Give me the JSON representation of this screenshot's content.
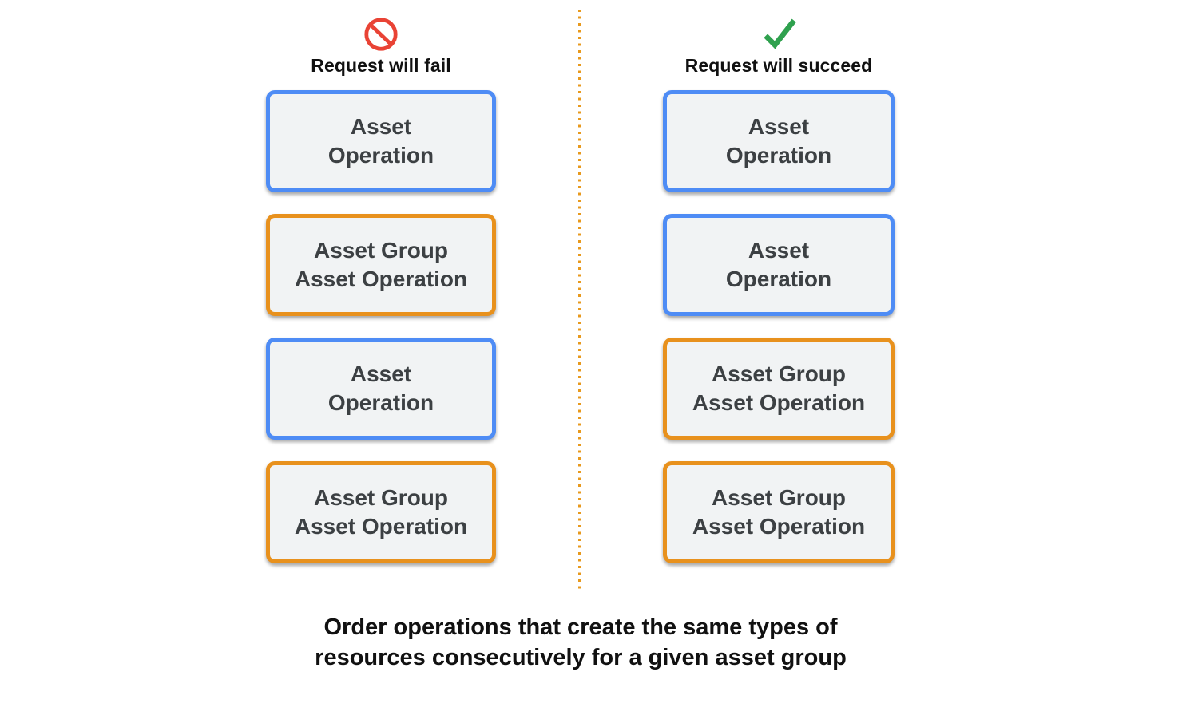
{
  "caption": "Order operations that create the same types of\nresources consecutively for a given asset group",
  "colors": {
    "blue_border": "#4e8cf5",
    "orange_border": "#e8911d",
    "box_fill": "#f1f3f4",
    "box_text": "#3c4043",
    "fail_icon_red": "#e94335",
    "succeed_icon_green": "#2fa14e",
    "divider_orange": "#e8991c"
  },
  "columns": {
    "fail": {
      "title": "Request will fail",
      "icon": "no-entry-icon",
      "boxes": [
        {
          "label": "Asset\nOperation",
          "color": "blue"
        },
        {
          "label": "Asset Group\nAsset Operation",
          "color": "orange"
        },
        {
          "label": "Asset\nOperation",
          "color": "blue"
        },
        {
          "label": "Asset Group\nAsset Operation",
          "color": "orange"
        }
      ]
    },
    "succeed": {
      "title": "Request will succeed",
      "icon": "check-icon",
      "boxes": [
        {
          "label": "Asset\nOperation",
          "color": "blue"
        },
        {
          "label": "Asset\nOperation",
          "color": "blue"
        },
        {
          "label": "Asset Group\nAsset Operation",
          "color": "orange"
        },
        {
          "label": "Asset Group\nAsset Operation",
          "color": "orange"
        }
      ]
    }
  }
}
